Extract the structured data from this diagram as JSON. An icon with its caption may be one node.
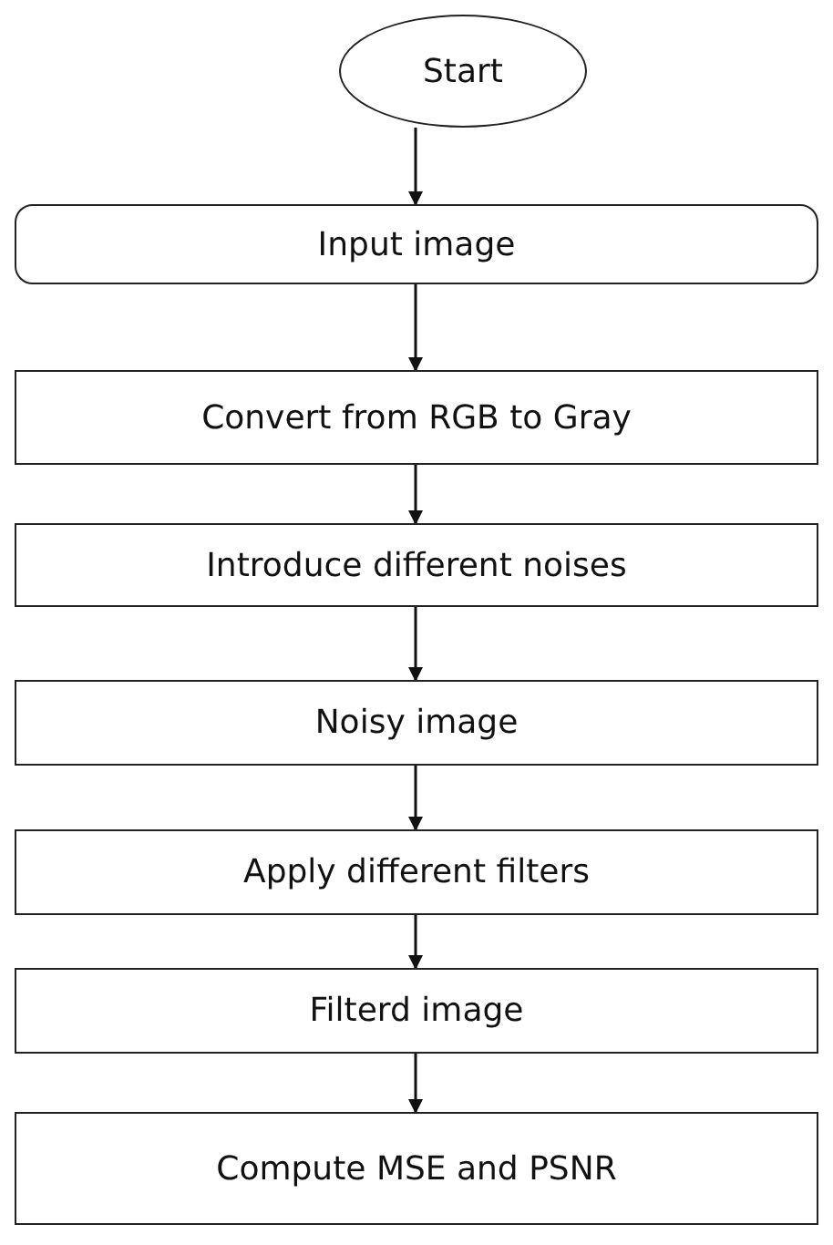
{
  "diagram": {
    "nodes": [
      {
        "text": [
          "Start"
        ]
      },
      {
        "text": [
          "Input image"
        ]
      },
      {
        "text": [
          "Convert from RGB to Gray"
        ]
      },
      {
        "text": [
          "Introduce different noises"
        ]
      },
      {
        "text": [
          "Noisy image"
        ]
      },
      {
        "text": [
          "Apply different filters"
        ]
      },
      {
        "text": [
          "Filterd image"
        ]
      },
      {
        "text": [
          "Compute MSE and PSNR"
        ]
      }
    ],
    "edges": [
      {
        "from": 0,
        "to": 1,
        "arrow": "to"
      },
      {
        "from": 1,
        "to": 2,
        "arrow": "to"
      },
      {
        "from": 2,
        "to": 3,
        "arrow": "to"
      },
      {
        "from": 3,
        "to": 4,
        "arrow": "to"
      },
      {
        "from": 4,
        "to": 5,
        "arrow": "to"
      },
      {
        "from": 5,
        "to": 6,
        "arrow": "to"
      },
      {
        "from": 6,
        "to": 7,
        "arrow": "to"
      }
    ]
  }
}
